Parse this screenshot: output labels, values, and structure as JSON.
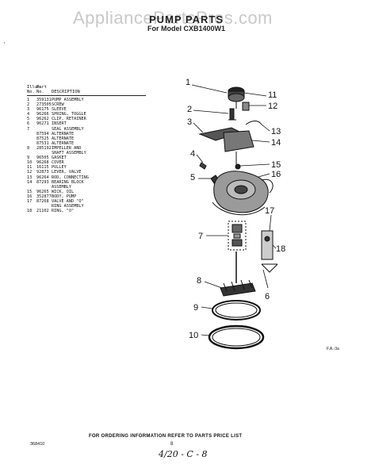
{
  "watermark": "AppliancePartsPros.com",
  "header": {
    "title": "PUMP PARTS",
    "subtitle": "For Model CXB1400W1"
  },
  "corner_mark": "'",
  "table": {
    "header_line1": [
      "Illus.",
      "Part",
      ""
    ],
    "header_line2": [
      "No.",
      "No.",
      "DESCRIPTION"
    ],
    "rows": [
      [
        "1",
        "359131",
        "PUMP ASSEMBLY"
      ],
      [
        "2",
        "273505",
        "SCREW"
      ],
      [
        "3",
        "96175",
        "SLEEVE"
      ],
      [
        "4",
        "96266",
        "SPRING, TOGGLE"
      ],
      [
        "5",
        "96262",
        "CLIP, RETAINER"
      ],
      [
        "6",
        "96271",
        "INSERT"
      ],
      [
        "7",
        "",
        "SEAL ASSEMBLY"
      ],
      [
        "",
        "87594",
        "ALTERNATE"
      ],
      [
        "",
        "87525",
        "ALTERNATE"
      ],
      [
        "",
        "87531",
        "ALTERNATE"
      ],
      [
        "8",
        "285192",
        "IMPELLER AND"
      ],
      [
        "",
        "",
        "SHAFT ASSEMBLY"
      ],
      [
        "9",
        "96505",
        "GASKET"
      ],
      [
        "10",
        "96268",
        "COVER"
      ],
      [
        "11",
        "16115",
        "PULLEY"
      ],
      [
        "12",
        "92873",
        "LEVER, VALVE"
      ],
      [
        "13",
        "96264",
        "ROD, CONNECTING"
      ],
      [
        "14",
        "87293",
        "BEARING BLOCK"
      ],
      [
        "",
        "",
        "ASSEMBLY"
      ],
      [
        "15",
        "96265",
        "WICK, OIL"
      ],
      [
        "16",
        "352877",
        "BODY, PUMP"
      ],
      [
        "17",
        "87268",
        "VALVE AND \"O\""
      ],
      [
        "",
        "",
        "RING ASSEMBLY"
      ],
      [
        "18",
        "21102",
        "RING, \"O\""
      ]
    ]
  },
  "callouts": [
    "1",
    "2",
    "3",
    "4",
    "5",
    "6",
    "7",
    "8",
    "9",
    "10",
    "11",
    "12",
    "13",
    "14",
    "15",
    "16",
    "17",
    "18"
  ],
  "figure_label": "F.A.-3a",
  "footer": {
    "note": "FOR ORDERING INFORMATION REFER TO PARTS PRICE LIST",
    "page": "8",
    "code": "368410",
    "handwritten": "4/20 - C - 8"
  }
}
